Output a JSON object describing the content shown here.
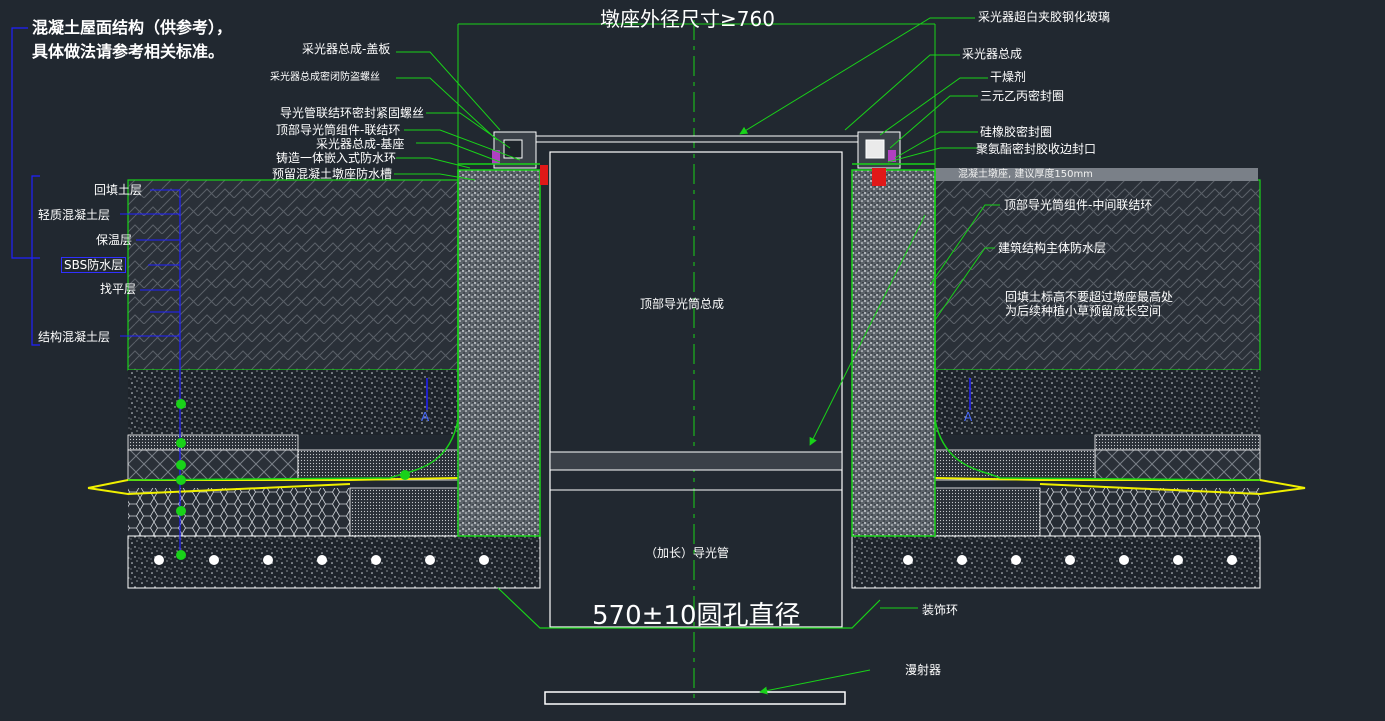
{
  "header": {
    "note_title": "混凝土屋面结构（供参考），\n具体做法请参考相关标准。",
    "top_dimension": "墩座外径尺寸≥760"
  },
  "layers": [
    "回填土层",
    "轻质混凝土层",
    "保温层",
    "SBS防水层",
    "找平层",
    "结构混凝土层"
  ],
  "left_callouts": [
    "采光器总成-盖板",
    "采光器总成密闭防盗螺丝",
    "导光管联结环密封紧固螺丝",
    "顶部导光筒组件-联结环",
    "采光器总成-基座",
    "铸造一体嵌入式防水环",
    "预留混凝土墩座防水槽"
  ],
  "right_callouts": [
    "采光器超白夹胶钢化玻璃",
    "采光器总成",
    "干燥剂",
    "三元乙丙密封圈",
    "硅橡胶密封圈",
    "聚氨酯密封胶收边封口"
  ],
  "annotations": {
    "pier_note": "混凝土墩座, 建议厚度150mm",
    "middle_ring": "顶部导光筒组件-中间联结环",
    "main_waterproof": "建筑结构主体防水层",
    "soil_note": "回填土标高不要超过墩座最高处\n为后续种植小草预留成长空间",
    "top_tube": "顶部导光筒总成",
    "extended_tube": "（加长）导光管",
    "hole_dimension": "570±10圆孔直径",
    "trim_ring": "装饰环",
    "diffuser": "漫射器",
    "section_mark": "A"
  },
  "colors": {
    "background": "#212830",
    "outline": "#ffffff",
    "waterproof_line": "#19d219",
    "membrane": "#f0f000",
    "leader_blue": "#2020ff",
    "seal_red": "#e01818",
    "seal_purple": "#b040c0"
  }
}
